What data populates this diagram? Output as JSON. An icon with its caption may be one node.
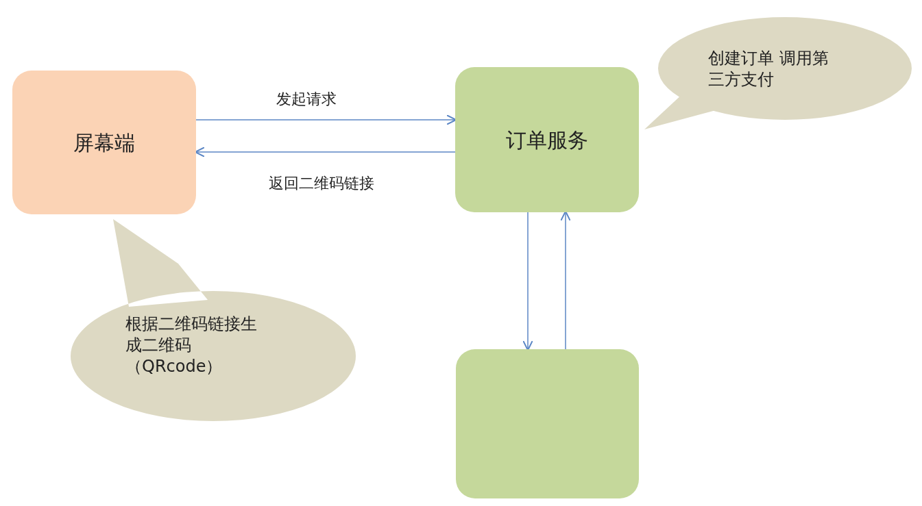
{
  "diagram": {
    "nodes": [
      {
        "text": [
          "屏幕端"
        ]
      },
      {
        "text": [
          "订单服务"
        ]
      },
      {
        "text": [
          "创建订单 调用第三方支付"
        ]
      },
      {
        "text": [
          "根据二维码链接生成二维码（QRcode）"
        ]
      },
      {
        "text": [],
        "shape": "box"
      }
    ],
    "edges": [
      {
        "from": 0,
        "to": 1,
        "arrow": "to",
        "label": "发起请求"
      },
      {
        "from": 1,
        "to": 0,
        "arrow": "to",
        "label": "返回二维码链接"
      },
      {
        "from": 1,
        "to": 4,
        "arrow": "to"
      },
      {
        "from": 4,
        "to": 1,
        "arrow": "to"
      }
    ]
  }
}
